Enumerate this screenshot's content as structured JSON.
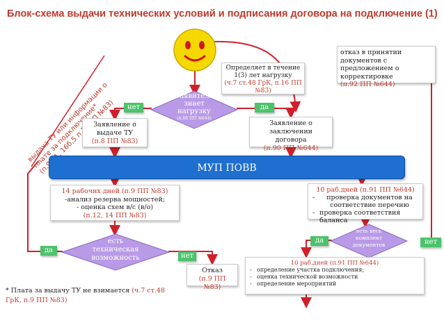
{
  "title": "Блок-схема выдачи технических условий и подписания договора на подключение (1)",
  "smiley": {
    "icon": "smiley-face-icon",
    "color": "#f5d800"
  },
  "center_diamond": {
    "lines": [
      "Заявитель",
      "знает",
      "нагрузку"
    ],
    "note": "(п.88 ПП №644)"
  },
  "label_net_top": "нет",
  "label_da_top": "да",
  "determines_box": {
    "text": "Определяет в течение 1(3) лет  нагрузку",
    "ref": "(ч.7 ст.48 ГрК, п.16 ПП №83)"
  },
  "refusal_box": {
    "text": "отказ в принятии документов с предложением о корректировке",
    "ref": "(п.92 ПП №644)"
  },
  "diagonal_text": {
    "lines": [
      "выдача ТУ или информации о",
      "плате за подключение*",
      "(п.9-11, 16б,5 п.13  ПП №83)"
    ]
  },
  "tu_box": {
    "text": "Заявление о выдаче ТУ",
    "ref": "(п.8 ПП №83)"
  },
  "contract_box": {
    "text": "Заявление о заключении договора",
    "ref": "(п.90 ПП №644)"
  },
  "muv": {
    "label": "МУП ПОВВ",
    "color": "#1f6fd0"
  },
  "left_process": {
    "heading": "14 рабочих дней (п.9 ПП №83)",
    "lines": [
      "-анализ резерва мощностей;",
      "оценка схем в/с (в/о)"
    ],
    "ref": "(п.12, 14 ПП №83)"
  },
  "right_process": {
    "heading": "10 раб.дней (п.91 ПП №644)",
    "items": [
      "проверка документов на соответствие  перечню",
      "проверка соответствия баланса"
    ]
  },
  "capacity_diamond": {
    "lines": [
      "есть",
      "техническая",
      "возможность"
    ]
  },
  "label_da_left": "да",
  "label_net_left": "нет",
  "complete_diamond": {
    "lines": [
      "есть весь",
      "комплект",
      "документов"
    ]
  },
  "label_da_right": "да",
  "label_net_right": "нет",
  "refusal_small": {
    "text": "Отказ",
    "ref": "(п.9  ПП №83)"
  },
  "bottom_right": {
    "heading": "10 раб.дней (п.91 ПП №644)",
    "items": [
      "определение участка подключения;",
      "оценка технической возможности",
      "определение мероприятий"
    ]
  },
  "footnote": {
    "text": "* Плата за выдачу ТУ не взимается ",
    "ref": "(ч.7 ст.48 ГрК, п.9 ПП №83)"
  }
}
